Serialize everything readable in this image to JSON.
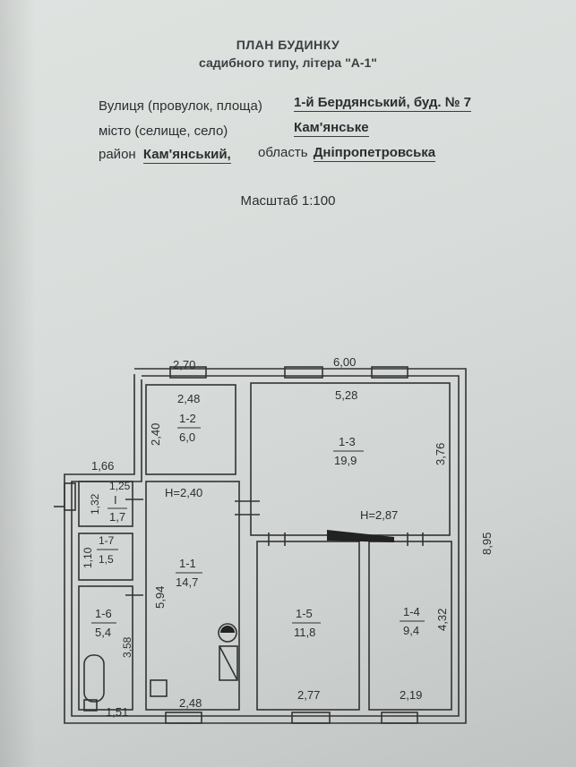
{
  "header": {
    "title": "ПЛАН БУДИНКУ",
    "subtitle": "садибного типу, літера \"А-1\"",
    "street_label": "Вулиця (провулок, площа)",
    "street_value": "1-й Бердянський, буд. № 7",
    "city_label": "місто (селище, село)",
    "city_value": "Кам'янське",
    "district_label": "район",
    "district_value": "Кам'янський,",
    "region_label": "область",
    "region_value": "Дніпропетровська",
    "scale": "Масштаб 1:100"
  },
  "plan": {
    "overall_dims": {
      "top_left_width": "2,70",
      "top_right_width": "6,00",
      "total_height": "8,95",
      "porch_width": "1,66"
    },
    "rooms": [
      {
        "id": "1-2",
        "area": "6,0",
        "width": "2,48",
        "height": "2,40"
      },
      {
        "id": "1-3",
        "area": "19,9",
        "width": "5,28",
        "height": "3,76"
      },
      {
        "id": "1-1",
        "area": "14,7",
        "width": "2,48",
        "height": "5,94"
      },
      {
        "id": "1-5",
        "area": "11,8",
        "width": "2,77"
      },
      {
        "id": "1-4",
        "area": "9,4",
        "width": "2,19",
        "height": "4,32"
      },
      {
        "id": "I",
        "area": "1,7",
        "width": "1,25",
        "height": "1,32"
      },
      {
        "id": "1-7",
        "area": "1,5",
        "height": "1,10"
      },
      {
        "id": "1-6",
        "area": "5,4",
        "width": "1,51",
        "height": "3,58"
      }
    ],
    "ceiling_heights": {
      "left": "H=2,40",
      "right": "H=2,87"
    }
  }
}
